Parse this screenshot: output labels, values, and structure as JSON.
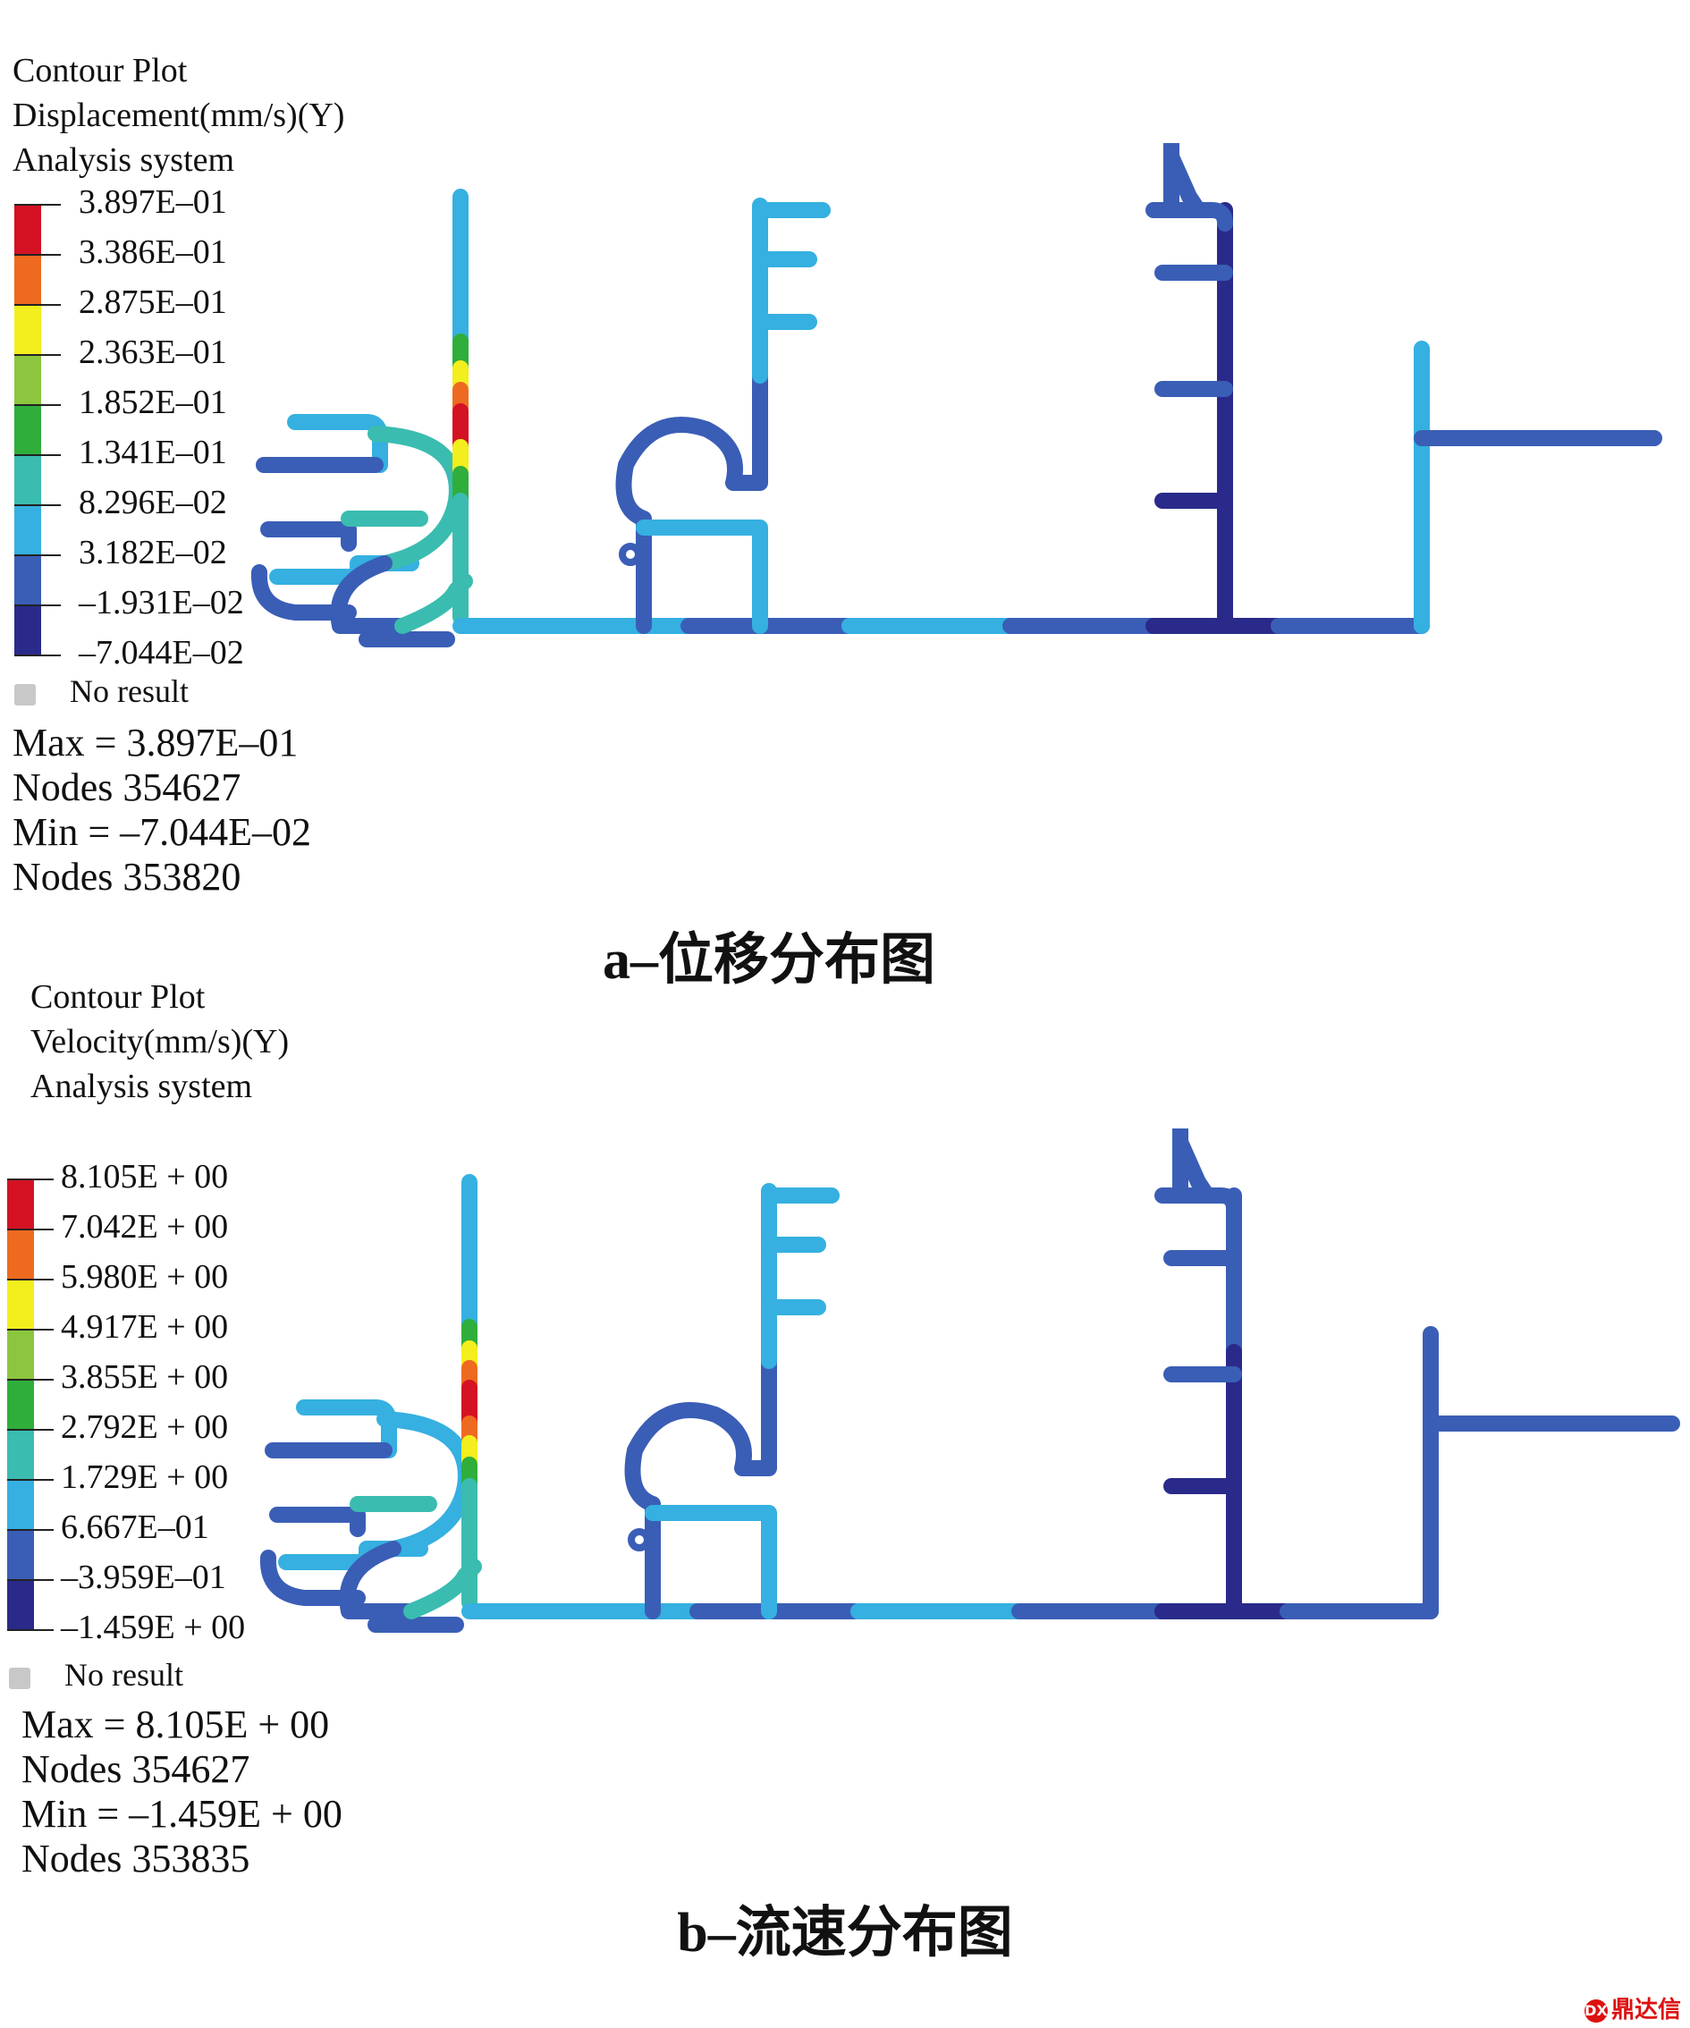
{
  "palette": {
    "darkblue": "#2a2a8a",
    "midblue": "#3a5eb6",
    "lightblue": "#35b0e0",
    "teal": "#3bbcb0",
    "green": "#2fae3c",
    "yellow": "#f3ee1d",
    "orange": "#ee6a20",
    "red": "#d41224",
    "noresult": "#c8c8c8"
  },
  "colorbar_colors": [
    "#d41224",
    "#ee6a20",
    "#f7c21a",
    "#f3ee1d",
    "#8cc63e",
    "#2fae3c",
    "#3bbcb0",
    "#35b0e0",
    "#3a5eb6",
    "#2a2a8a"
  ],
  "panel_a": {
    "title_lines": [
      "Contour Plot",
      "Displacement(mm/s)(Y)",
      "Analysis system"
    ],
    "legend_ticks": [
      "3.897E–01",
      "3.386E–01",
      "2.875E–01",
      "2.363E–01",
      "1.852E–01",
      "1.341E–01",
      "8.296E–02",
      "3.182E–02",
      "–1.931E–02",
      "–7.044E–02"
    ],
    "no_result": "No result",
    "max_line": "Max = 3.897E–01",
    "max_nodes": "Nodes 354627",
    "min_line": "Min = –7.044E–02",
    "min_nodes": "Nodes 353820",
    "caption": "a–位移分布图"
  },
  "panel_b": {
    "title_lines": [
      "Contour Plot",
      "Velocity(mm/s)(Y)",
      "Analysis system"
    ],
    "legend_ticks": [
      "8.105E + 00",
      "7.042E + 00",
      "5.980E + 00",
      "4.917E + 00",
      "3.855E + 00",
      "2.792E + 00",
      "1.729E + 00",
      "6.667E–01",
      "–3.959E–01",
      "–1.459E + 00"
    ],
    "no_result": "No result",
    "max_line": "Max = 8.105E + 00",
    "max_nodes": "Nodes 354627",
    "min_line": "Min = –1.459E + 00",
    "min_nodes": "Nodes 353835",
    "caption": "b–流速分布图"
  },
  "watermark": {
    "badge": "DX",
    "text": "鼎达信"
  }
}
